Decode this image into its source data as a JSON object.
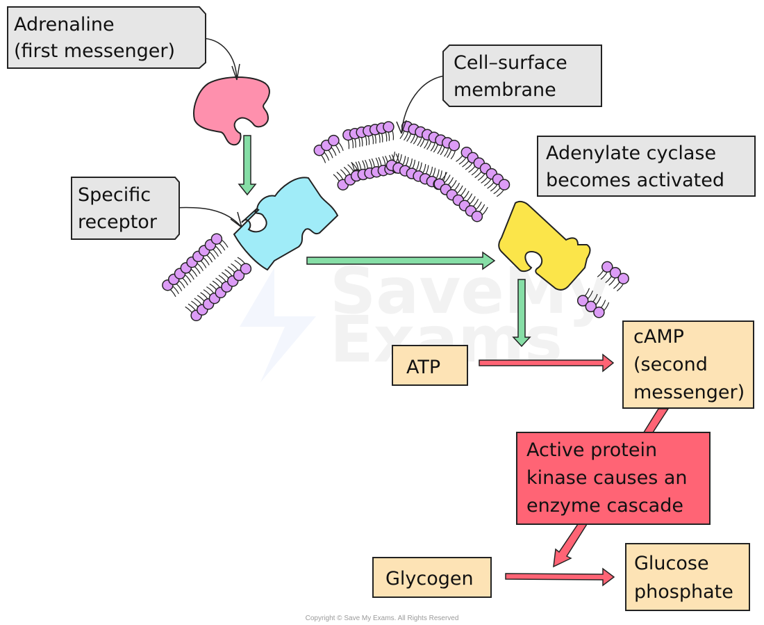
{
  "title": "Adrenaline second messenger model",
  "labels": {
    "adrenaline": [
      "Adrenaline",
      "(first messenger)"
    ],
    "cell_surface_membrane": [
      "Cell–surface",
      "membrane"
    ],
    "specific_receptor": [
      "Specific",
      "receptor"
    ],
    "adenylate_cyclase": [
      "Adenylate cyclase",
      "becomes activated"
    ],
    "atp": [
      "ATP"
    ],
    "camp": [
      "cAMP",
      "(second",
      "messenger)"
    ],
    "protein_kinase": [
      "Active protein",
      "kinase causes an",
      "enzyme cascade"
    ],
    "glycogen": [
      "Glycogen"
    ],
    "glucose_phosphate": [
      "Glucose",
      "phosphate"
    ]
  },
  "watermark": [
    "SaveMy",
    "Exams"
  ],
  "copyright": "Copyright © Save My Exams. All Rights Reserved",
  "colors": {
    "callout_fill": "#e6e6e6",
    "product_fill": "#fde3b5",
    "kinase_fill": "#ff6475",
    "adrenaline_fill": "#fe90ad",
    "receptor_fill": "#a0ecf8",
    "adenylate_fill": "#fbe54a",
    "phospholipid_head": "#dc9cf6",
    "green_arrow": "#86dea6",
    "red_arrow": "#ff6475"
  }
}
